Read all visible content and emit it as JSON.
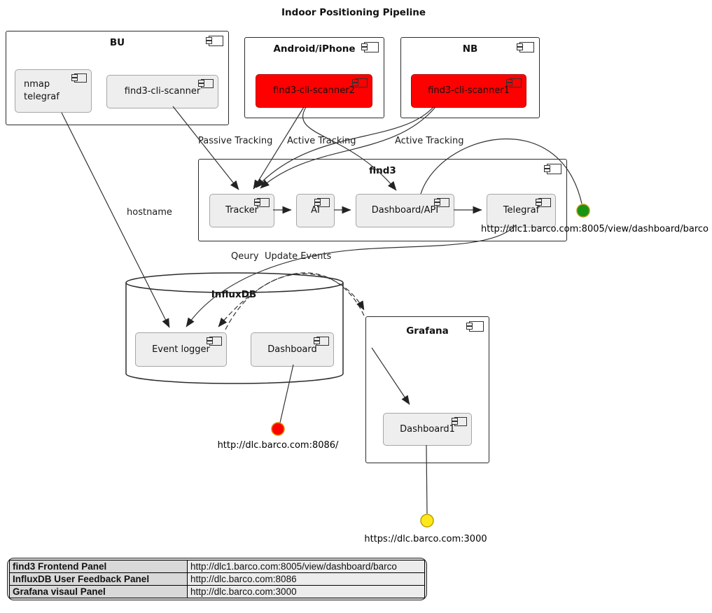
{
  "title": "Indoor Positioning Pipeline",
  "nodes": {
    "bu": "BU",
    "android": "Android/iPhone",
    "nb": "NB",
    "find3": "find3",
    "influxdb": "InfluxDB",
    "grafana": "Grafana",
    "nmap_telegraf": "nmap\ntelegraf",
    "find3_cli_scanner": "find3-cli-scanner",
    "find3_cli_scanner2": "find3-cli-scanner2",
    "find3_cli_scanner1": "find3-cli-scanner1",
    "tracker": "Tracker",
    "ai": "AI",
    "dashboard_api": "Dashboard/API",
    "telegraf": "Telegraf",
    "event_logger": "Event logger",
    "dashboard": "Dashboard",
    "dashboard1": "Dashboard1"
  },
  "edge_labels": {
    "passive": "Passive Tracking",
    "active1": "Active Tracking",
    "active2": "Active Tracking",
    "hostname": "hostname",
    "query": "Qeury",
    "update_events": "Update Events"
  },
  "endpoints": {
    "find3_frontend": {
      "url": "http://dlc1.barco.com:8005/view/dashboard/barco",
      "color": "#169612"
    },
    "influxdb_feedback": {
      "url": "http://dlc.barco.com:8086/",
      "color": "#ff0000"
    },
    "grafana_visual": {
      "url": "https://dlc.barco.com:3000",
      "color": "#ffe81a"
    }
  },
  "colors": {
    "component_fill": "#eeeeee",
    "component_border": "#a6a6a6",
    "alert_fill": "#ff0000",
    "alert_border": "#b40000",
    "line": "#333333"
  },
  "legend": {
    "rows": [
      {
        "name": "find3 Frontend Panel",
        "url": "http://dlc1.barco.com:8005/view/dashboard/barco"
      },
      {
        "name": "InfluxDB User Feedback Panel",
        "url": "http://dlc.barco.com:8086"
      },
      {
        "name": "Grafana visaul Panel",
        "url": "http://dlc.barco.com:3000"
      }
    ]
  }
}
